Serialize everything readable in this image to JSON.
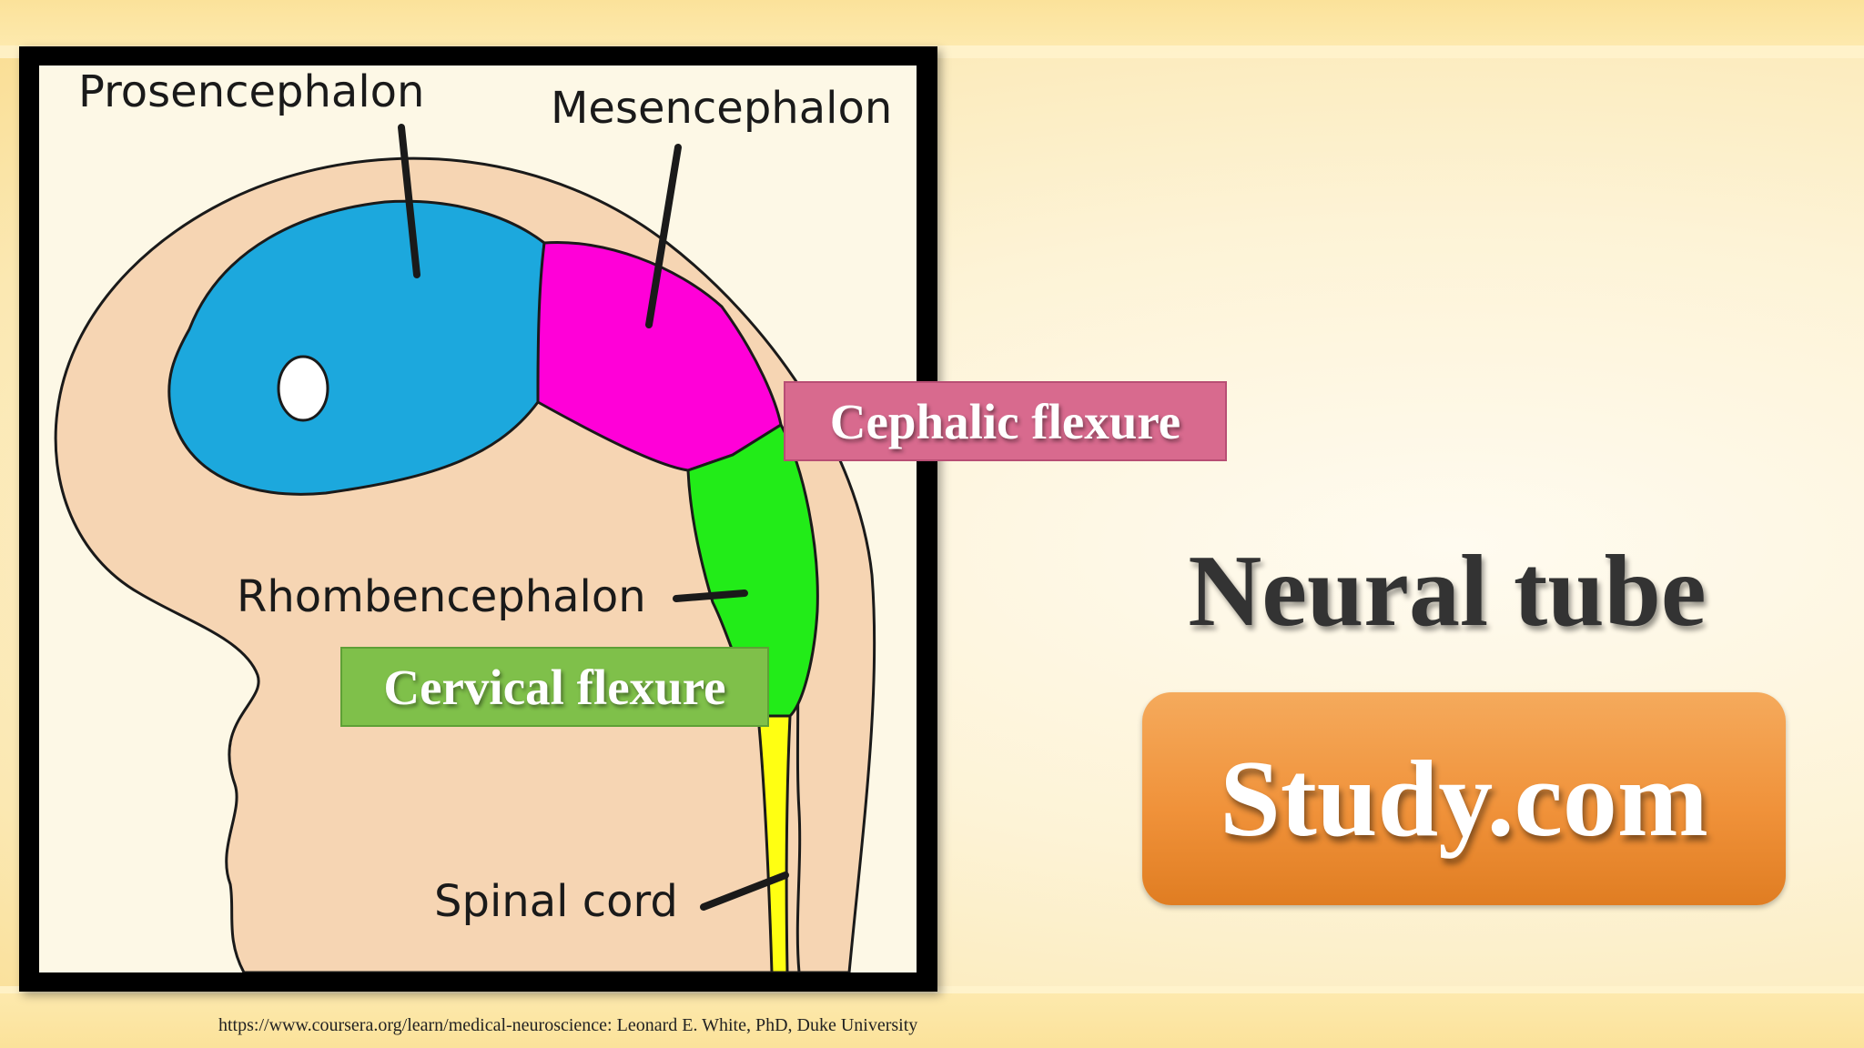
{
  "diagram": {
    "labels": {
      "prosencephalon": "Prosencephalon",
      "mesencephalon": "Mesencephalon",
      "rhombencephalon": "Rhombencephalon",
      "spinal_cord": "Spinal cord"
    },
    "colors": {
      "background": "#fdf8e6",
      "embryo": "#f6d5b3",
      "prosencephalon": "#1ca8dd",
      "mesencephalon": "#ff00d8",
      "rhombencephalon": "#22ec18",
      "spinal_cord": "#ffff12"
    }
  },
  "callouts": {
    "cephalic": "Cephalic flexure",
    "cervical": "Cervical flexure"
  },
  "title": "Neural tube",
  "brand": "Study.com",
  "citation": "https://www.coursera.org/learn/medical-neuroscience: Leonard E. White, PhD, Duke University",
  "colors": {
    "cephalic_box": "#d86a8e",
    "cervical_box": "#7fc04a",
    "brand_button": "#f0923a",
    "title_text": "#333333"
  }
}
